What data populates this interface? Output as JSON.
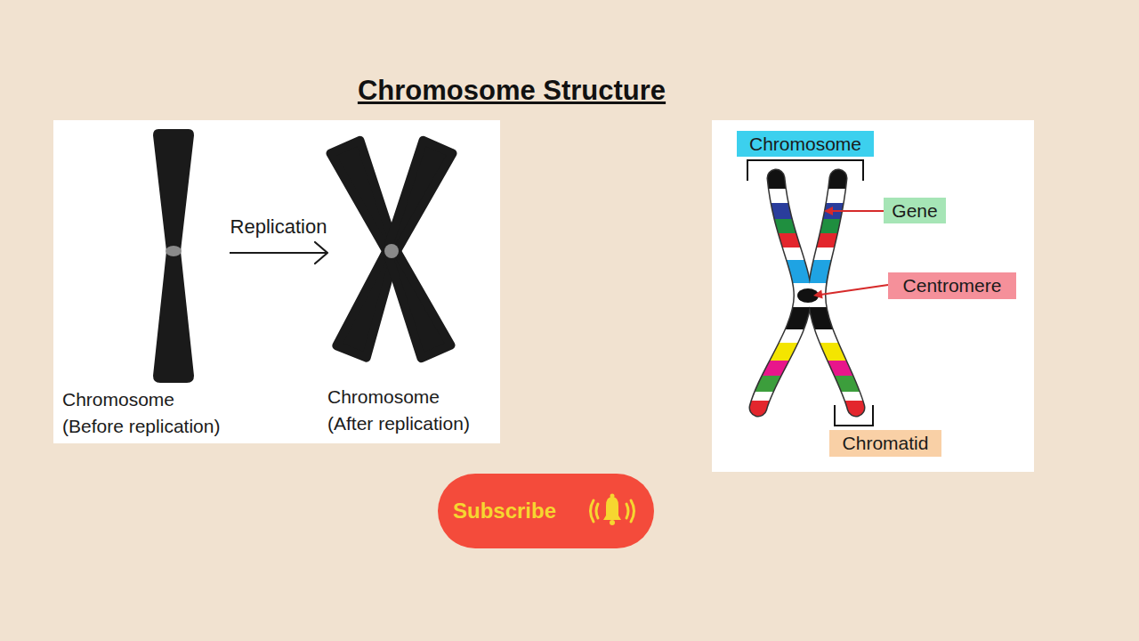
{
  "diagram": {
    "title": "Chromosome Structure",
    "nodes": [
      {
        "text": [
          "Chromosome (Before replication)"
        ]
      },
      {
        "text": [
          "Chromosome (After replication)"
        ]
      },
      {
        "text": [
          "Chromosome"
        ]
      },
      {
        "text": [
          "Gene"
        ]
      },
      {
        "text": [
          "Centromere"
        ]
      },
      {
        "text": [
          "Chromatid"
        ]
      },
      {
        "text": [
          "Subscribe"
        ]
      }
    ],
    "edges": [
      {
        "from": 0,
        "to": 1,
        "arrow": "to",
        "label": "Replication"
      }
    ]
  }
}
